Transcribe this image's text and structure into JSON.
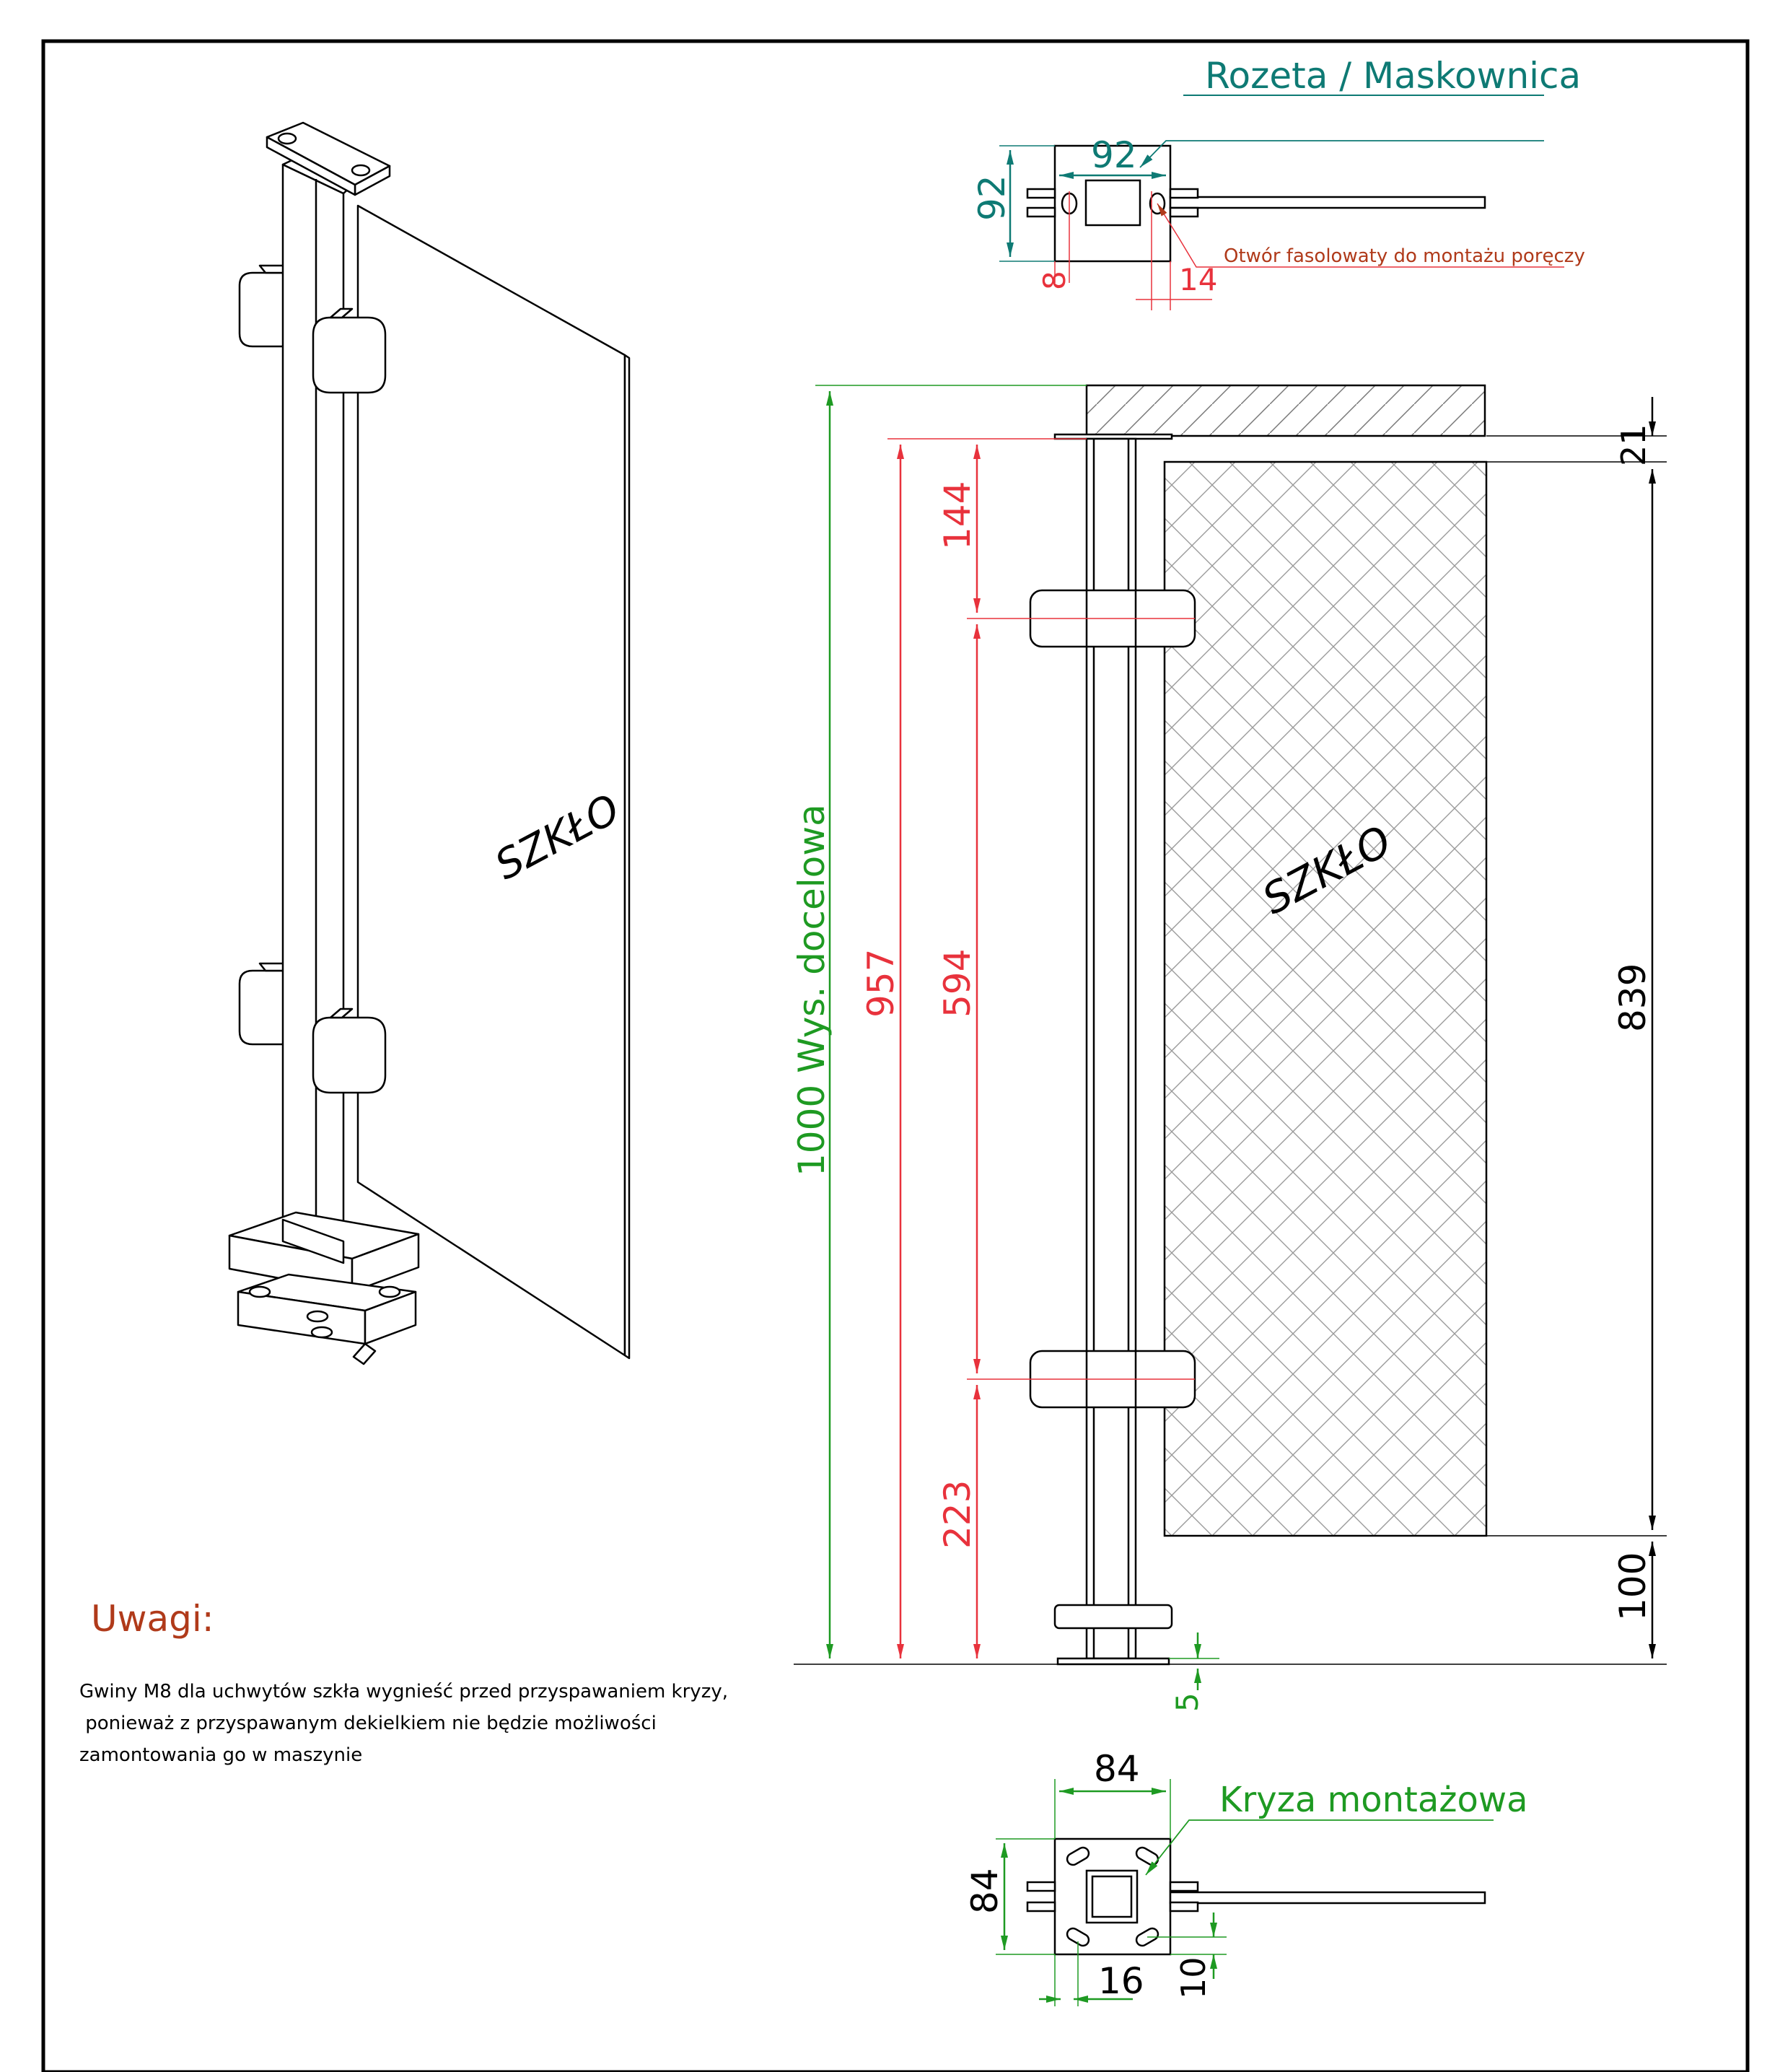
{
  "labels": {
    "glass_iso": "SZKŁO",
    "glass_front": "SZKŁO",
    "rozeta_title": "Rozeta / Maskownica",
    "kryza_title": "Kryza montażowa",
    "hole_note": "Otwór fasolowaty do montażu poręczy"
  },
  "dimensions": {
    "rozeta_width": "92",
    "rozeta_height": "92",
    "rozeta_offset_left": "8",
    "rozeta_offset_right": "14",
    "total_height": "1000 Wys. docelowa",
    "post_height": "957",
    "clamp_top": "144",
    "clamp_spacing": "594",
    "clamp_bottom": "223",
    "glass_gap_top": "21",
    "glass_height": "839",
    "glass_gap_bottom": "100",
    "base_plate": "5",
    "kryza_width": "84",
    "kryza_height": "84",
    "kryza_hole_x": "16",
    "kryza_hole_y": "10"
  },
  "notes": {
    "title": "Uwagi:",
    "line1": "Gwiny M8 dla uchwytów szkła wygnieść przed przyspawaniem kryzy,",
    "line2": " ponieważ z przyspawanym dekielkiem nie będzie możliwości",
    "line3": "zamontowania go w maszynie"
  },
  "colors": {
    "outline": "#000000",
    "dim_red": "#e8323c",
    "dim_green": "#1e9a22",
    "dim_black": "#000000",
    "title_teal": "#0e7a74",
    "title_green": "#1e9a22",
    "note_title": "#b03a1a",
    "note_leader": "#b03a1a"
  }
}
